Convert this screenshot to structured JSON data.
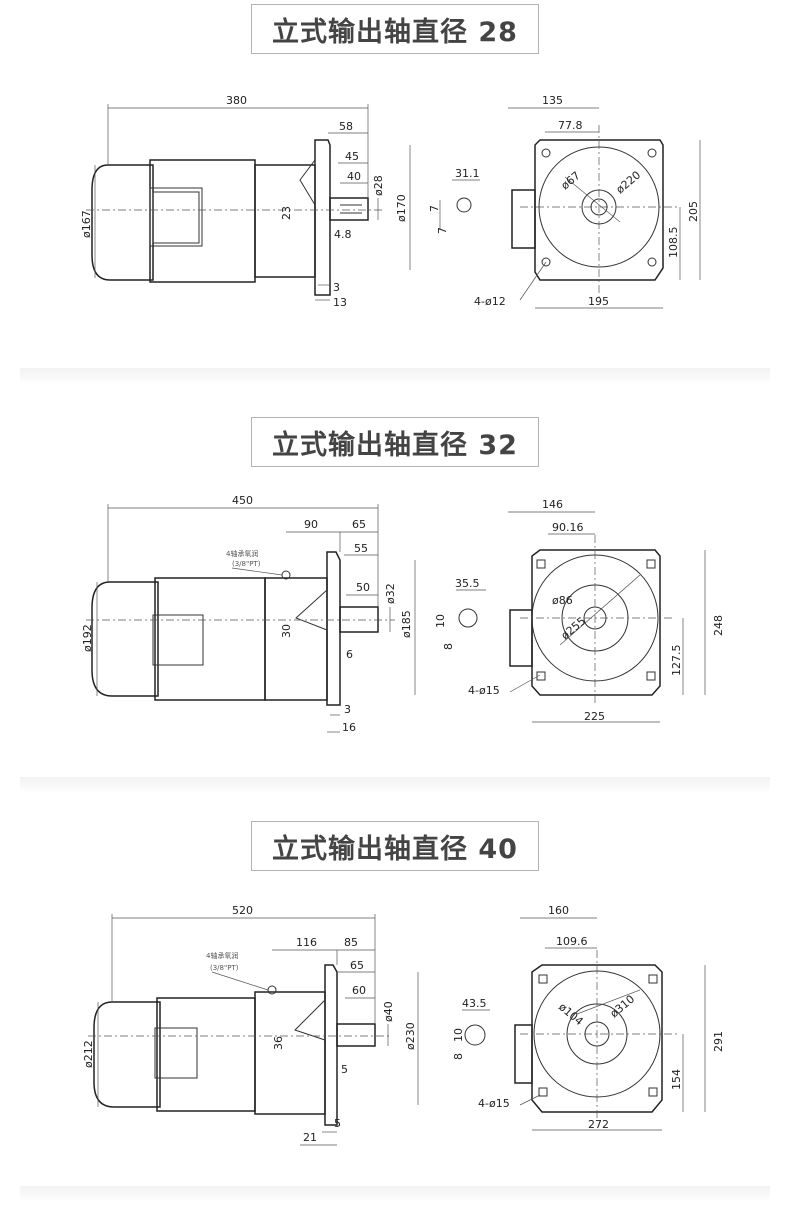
{
  "sections": [
    {
      "title": "立式输出轴直径 28",
      "side": {
        "overall": "380",
        "d1": "58",
        "d2": "45",
        "d3": "40",
        "shaft_dia": "ø28",
        "flange_dia": "ø170",
        "body_dia": "ø167",
        "center": "23",
        "key": "4.8",
        "t1": "3",
        "t2": "13"
      },
      "front": {
        "top": "135",
        "top2": "77.8",
        "bottom": "195",
        "height": "205",
        "half": "108.5",
        "circle_small": "ø67",
        "circle_big": "ø220",
        "holes": "4-ø12",
        "key_w": "31.1",
        "key_a": "7",
        "key_b": "7"
      }
    },
    {
      "title": "立式输出轴直径 32",
      "side": {
        "overall": "450",
        "d1": "90",
        "d2": "65",
        "d3": "55",
        "d4": "50",
        "shaft_dia": "ø32",
        "flange_dia": "ø185",
        "body_dia": "ø192",
        "center": "30",
        "key": "6",
        "t1": "3",
        "t2": "16",
        "note1": "4轴承氧润",
        "note2": "(3/8\"PT)"
      },
      "front": {
        "top": "146",
        "top2": "90.16",
        "bottom": "225",
        "height": "248",
        "half": "127.5",
        "circle_small": "ø86",
        "circle_big": "ø255",
        "holes": "4-ø15",
        "key_w": "35.5",
        "key_a": "10",
        "key_b": "8"
      }
    },
    {
      "title": "立式输出轴直径 40",
      "side": {
        "overall": "520",
        "d1": "116",
        "d2": "85",
        "d3": "65",
        "d4": "60",
        "shaft_dia": "ø40",
        "flange_dia": "ø230",
        "body_dia": "ø212",
        "center": "36",
        "key": "5",
        "t1": "5",
        "t2": "21",
        "note1": "4轴承氧润",
        "note2": "(3/8\"PT)"
      },
      "front": {
        "top": "160",
        "top2": "109.6",
        "bottom": "272",
        "height": "291",
        "half": "154",
        "circle_small": "ø104",
        "circle_big": "ø310",
        "holes": "4-ø15",
        "key_w": "43.5",
        "key_a": "10",
        "key_b": "8"
      }
    }
  ]
}
